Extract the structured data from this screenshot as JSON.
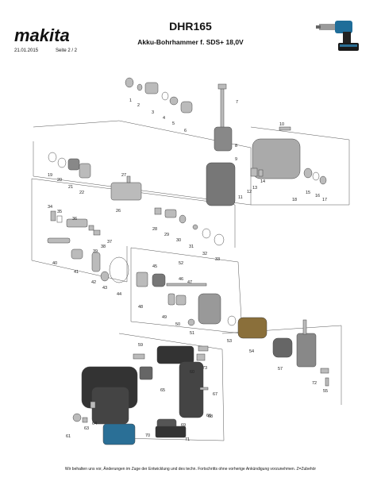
{
  "header": {
    "logo_text": "makita",
    "date": "21.01.2015",
    "page": "Seite  2  / 2",
    "model": "DHR165",
    "subtitle": "Akku-Bohrhammer f. SDS+ 18,0V"
  },
  "footer": {
    "note": "Wir behalten uns vor, Änderungen im Zuge der Entwicklung und des techn. Fortschritts ohne vorherige Ankündigung vorzunehmen. Z=Zubehör"
  },
  "part_numbers": [
    "1",
    "2",
    "3",
    "4",
    "5",
    "6",
    "7",
    "8",
    "9",
    "10",
    "11",
    "12",
    "13",
    "14",
    "15",
    "16",
    "17",
    "18",
    "19",
    "20",
    "21",
    "22",
    "26",
    "27",
    "28",
    "29",
    "30",
    "31",
    "32",
    "33",
    "34",
    "35",
    "36",
    "37",
    "38",
    "39",
    "40",
    "41",
    "42",
    "43",
    "44",
    "45",
    "46",
    "47",
    "48",
    "49",
    "50",
    "51",
    "52",
    "53",
    "54",
    "55",
    "57",
    "59",
    "60",
    "61",
    "63",
    "64",
    "65",
    "66",
    "67",
    "68",
    "69",
    "70",
    "71",
    "72",
    "73"
  ],
  "colors": {
    "line": "#555555",
    "part": "#9a9a9a",
    "dark": "#3a3a3a",
    "battery": "#2a6f96"
  }
}
